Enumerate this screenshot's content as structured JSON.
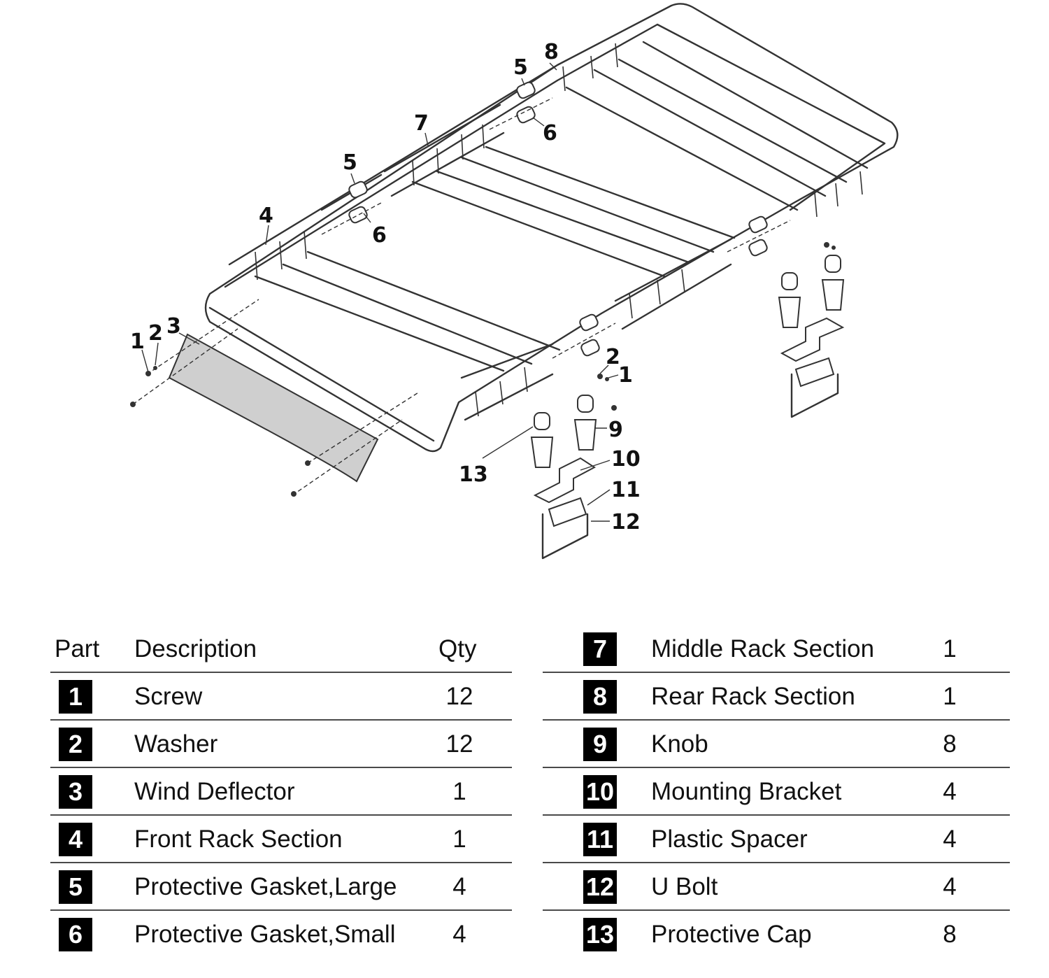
{
  "callouts": {
    "c1": "1",
    "c2": "2",
    "c3": "3",
    "c4": "4",
    "c5": "5",
    "c6": "6",
    "c7": "7",
    "c8": "8",
    "c5b": "5",
    "c6b": "6",
    "c2b": "2",
    "c1b": "1",
    "c9": "9",
    "c10": "10",
    "c11": "11",
    "c12": "12",
    "c13": "13"
  },
  "table": {
    "header": {
      "part": "Part",
      "description": "Description",
      "qty": "Qty"
    },
    "left_rows": [
      {
        "part": "1",
        "description": "Screw",
        "qty": "12"
      },
      {
        "part": "2",
        "description": "Washer",
        "qty": "12"
      },
      {
        "part": "3",
        "description": "Wind Deflector",
        "qty": "1"
      },
      {
        "part": "4",
        "description": "Front Rack Section",
        "qty": "1"
      },
      {
        "part": "5",
        "description": "Protective Gasket,Large",
        "qty": "4"
      },
      {
        "part": "6",
        "description": "Protective Gasket,Small",
        "qty": "4"
      }
    ],
    "right_rows": [
      {
        "part": "7",
        "description": "Middle Rack Section",
        "qty": "1"
      },
      {
        "part": "8",
        "description": "Rear Rack Section",
        "qty": "1"
      },
      {
        "part": "9",
        "description": "Knob",
        "qty": "8"
      },
      {
        "part": "10",
        "description": "Mounting Bracket",
        "qty": "4"
      },
      {
        "part": "11",
        "description": "Plastic Spacer",
        "qty": "4"
      },
      {
        "part": "12",
        "description": "U Bolt",
        "qty": "4"
      },
      {
        "part": "13",
        "description": "Protective Cap",
        "qty": "8"
      }
    ]
  }
}
